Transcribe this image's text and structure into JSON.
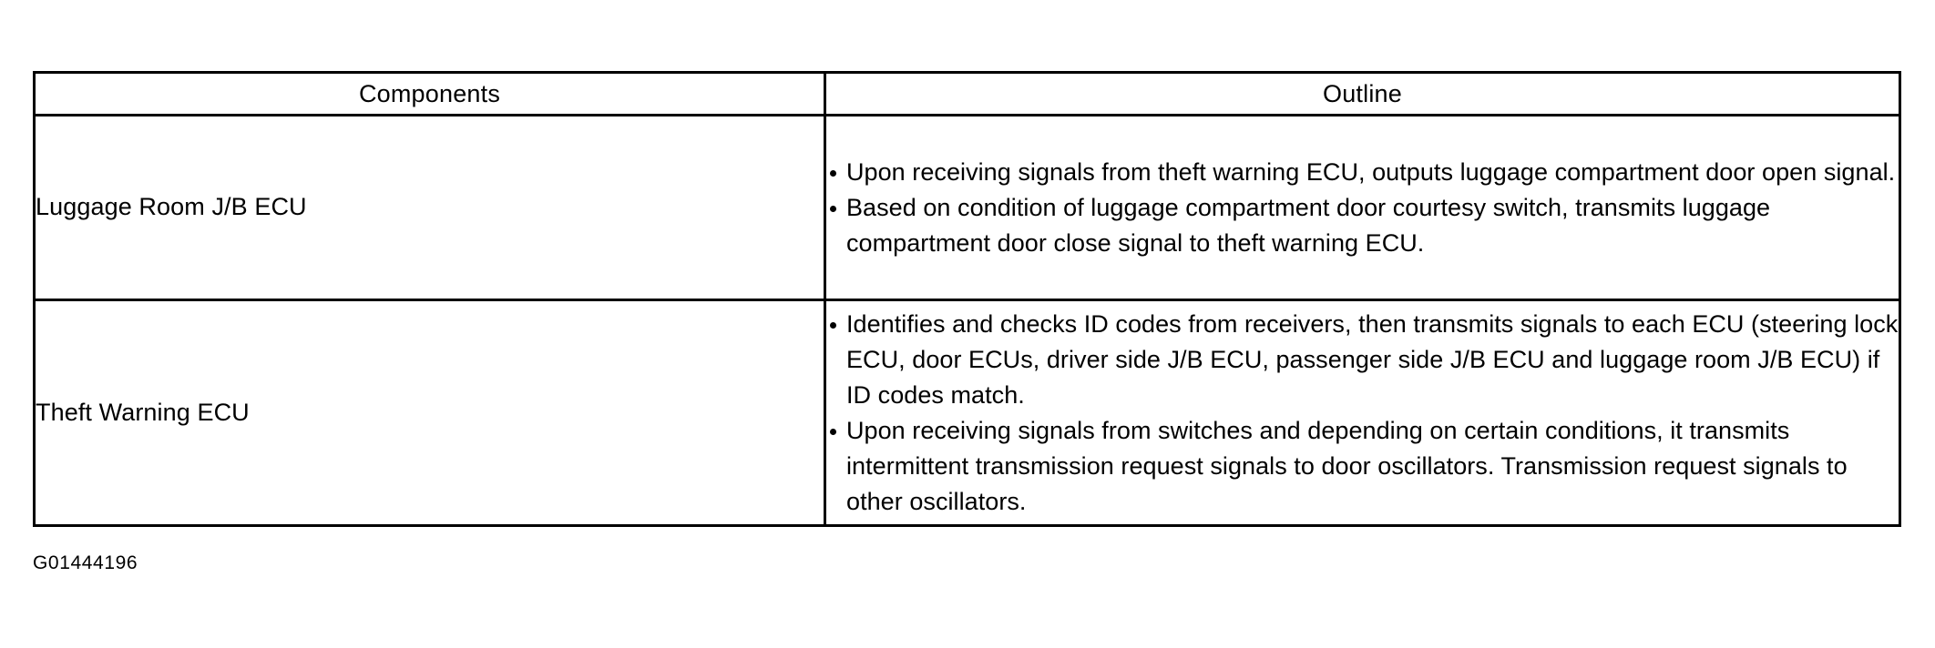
{
  "table": {
    "headers": [
      {
        "label": "Components"
      },
      {
        "label": "Outline"
      }
    ],
    "rows": [
      {
        "component": "Luggage Room J/B ECU",
        "outline": [
          "Upon receiving signals from theft warning ECU, outputs luggage compartment door open signal.",
          "Based on condition of luggage compartment door courtesy switch, transmits luggage compartment door close signal to theft warning ECU."
        ]
      },
      {
        "component": "Theft Warning ECU",
        "outline": [
          "Identifies and checks ID codes from receivers, then transmits signals to each ECU (steering lock ECU, door ECUs, driver side J/B ECU, passenger side J/B ECU and luggage room J/B ECU) if ID codes match.",
          "Upon receiving signals from switches and depending on certain conditions, it transmits intermittent transmission request signals to door oscillators. Transmission request signals to other oscillators."
        ]
      }
    ]
  },
  "footer": {
    "figure_code": "G01444196"
  },
  "colors": {
    "border": "#000000",
    "text": "#000000",
    "background": "#ffffff"
  }
}
